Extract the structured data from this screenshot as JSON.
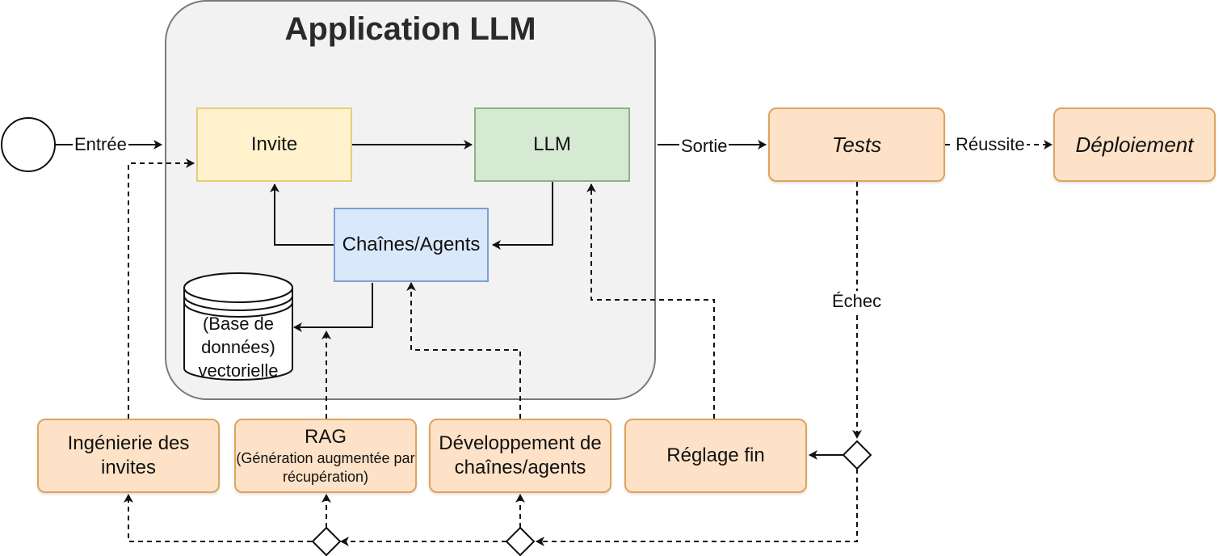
{
  "diagram": {
    "app_title": "Application LLM",
    "nodes": {
      "invite": "Invite",
      "llm": "LLM",
      "chains_agents": "Chaînes/Agents",
      "vector_db": "(Base de données) vectorielle",
      "tests": "Tests",
      "deployment": "Déploiement",
      "prompt_engineering": "Ingénierie des invites",
      "rag_title": "RAG",
      "rag_subtitle": "(Génération augmentée par récupération)",
      "chain_dev": "Développement de chaînes/agents",
      "fine_tuning": "Réglage fin"
    },
    "edge_labels": {
      "input": "Entrée",
      "output": "Sortie",
      "success": "Réussite",
      "failure": "Échec"
    }
  },
  "colors": {
    "app_background": "#f2f2f2",
    "invite_fill": "#fff2cc",
    "llm_fill": "#d6e9d3",
    "chains_fill": "#dae8fc",
    "process_fill": "#fde2c7"
  }
}
